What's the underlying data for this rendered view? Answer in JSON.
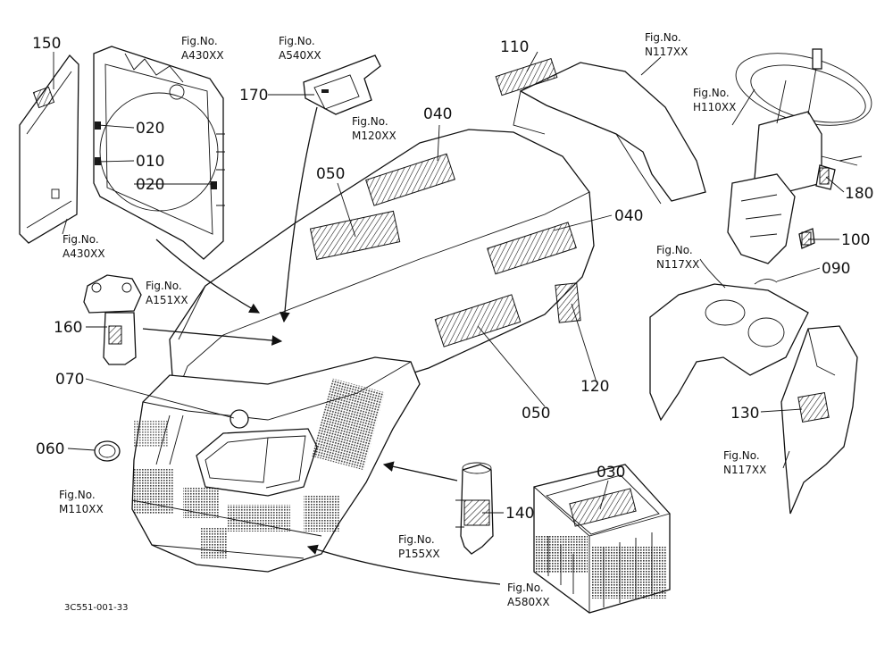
{
  "drawing_code": "3C551-001-33",
  "fig_prefix": "Fig.No.",
  "callouts": [
    {
      "id": "c150",
      "label": "150"
    },
    {
      "id": "c020a",
      "label": "020"
    },
    {
      "id": "c010",
      "label": "010"
    },
    {
      "id": "c020b",
      "label": "020"
    },
    {
      "id": "c170",
      "label": "170"
    },
    {
      "id": "c110",
      "label": "110"
    },
    {
      "id": "c040a",
      "label": "040"
    },
    {
      "id": "c050a",
      "label": "050"
    },
    {
      "id": "c040b",
      "label": "040"
    },
    {
      "id": "c180",
      "label": "180"
    },
    {
      "id": "c100",
      "label": "100"
    },
    {
      "id": "c090",
      "label": "090"
    },
    {
      "id": "c160",
      "label": "160"
    },
    {
      "id": "c120",
      "label": "120"
    },
    {
      "id": "c050b",
      "label": "050"
    },
    {
      "id": "c070",
      "label": "070"
    },
    {
      "id": "c060",
      "label": "060"
    },
    {
      "id": "c130",
      "label": "130"
    },
    {
      "id": "c030",
      "label": "030"
    },
    {
      "id": "c140",
      "label": "140"
    }
  ],
  "figure_refs": [
    {
      "id": "fA430a",
      "code": "A430XX"
    },
    {
      "id": "fA540",
      "code": "A540XX"
    },
    {
      "id": "fN117a",
      "code": "N117XX"
    },
    {
      "id": "fH110",
      "code": "H110XX"
    },
    {
      "id": "fM120",
      "code": "M120XX"
    },
    {
      "id": "fA430b",
      "code": "A430XX"
    },
    {
      "id": "fA151",
      "code": "A151XX"
    },
    {
      "id": "fN117b",
      "code": "N117XX"
    },
    {
      "id": "fM110",
      "code": "M110XX"
    },
    {
      "id": "fN117c",
      "code": "N117XX"
    },
    {
      "id": "fP155",
      "code": "P155XX"
    },
    {
      "id": "fA580",
      "code": "A580XX"
    }
  ]
}
